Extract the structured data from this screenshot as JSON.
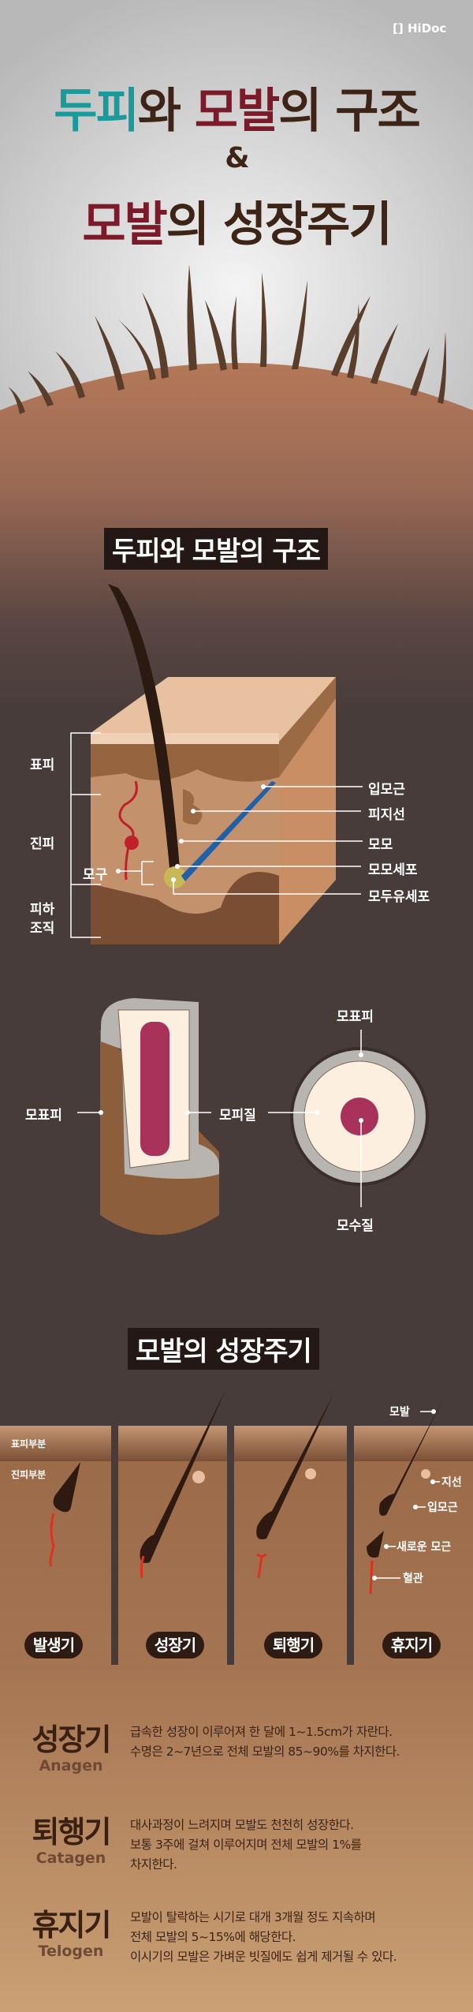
{
  "brand": {
    "logo": "HiDoc"
  },
  "hero": {
    "line1": [
      {
        "text": "두피",
        "color": "#1a9a9a"
      },
      {
        "text": "와 ",
        "color": "#3d2416"
      },
      {
        "text": "모발",
        "color": "#7d1a2a"
      },
      {
        "text": "의 ",
        "color": "#3d2416"
      },
      {
        "text": "구조",
        "color": "#3d2416"
      }
    ],
    "amp": "&",
    "line2": [
      {
        "text": "모발",
        "color": "#7d1a2a"
      },
      {
        "text": "의 ",
        "color": "#3d2416"
      },
      {
        "text": "성장주기",
        "color": "#3d2416"
      }
    ]
  },
  "structure": {
    "heading": "두피와 모발의 구조",
    "left_labels": {
      "epidermis": "표피",
      "dermis": "진피",
      "subcutis_1": "피하",
      "subcutis_2": "조직",
      "bulb": "모구"
    },
    "right_labels": [
      "입모근",
      "피지선",
      "모모",
      "모모세포",
      "모두유세포"
    ]
  },
  "hair_section": {
    "cuticle_left": "모표피",
    "cortex": "모피질",
    "cuticle_top": "모표피",
    "medulla": "모수질"
  },
  "cycle": {
    "heading": "모발의 성장주기",
    "epidermis": "표피부분",
    "dermis": "진피부분",
    "labels": {
      "hair": "모발",
      "gland": "지선",
      "muscle": "입모근",
      "new_root": "새로운 모근",
      "vessel": "혈관"
    },
    "stages": [
      "발생기",
      "성장기",
      "퇴행기",
      "휴지기"
    ]
  },
  "phases": [
    {
      "ko": "성장기",
      "en": "Anagen",
      "lines": [
        "급속한 성장이 이루어져 한 달에 1~1.5cm가 자란다.",
        "수명은 2~7년으로 전체 모발의 85~90%를 차지한다."
      ]
    },
    {
      "ko": "퇴행기",
      "en": "Catagen",
      "lines": [
        "대사과정이 느려지며 모발도 천천히 성장한다.",
        "보통 3주에 걸쳐 이루어지며 전체 모발의 1%를",
        "차지한다."
      ]
    },
    {
      "ko": "휴지기",
      "en": "Telogen",
      "lines": [
        "모발이 탈락하는 시기로 대개 3개월 정도 지속하며",
        "전체 모발의 5~15%에 해당한다.",
        "이시기의 모발은 가벼운 빗질에도 쉽게 제거될 수 있다."
      ]
    }
  ]
}
